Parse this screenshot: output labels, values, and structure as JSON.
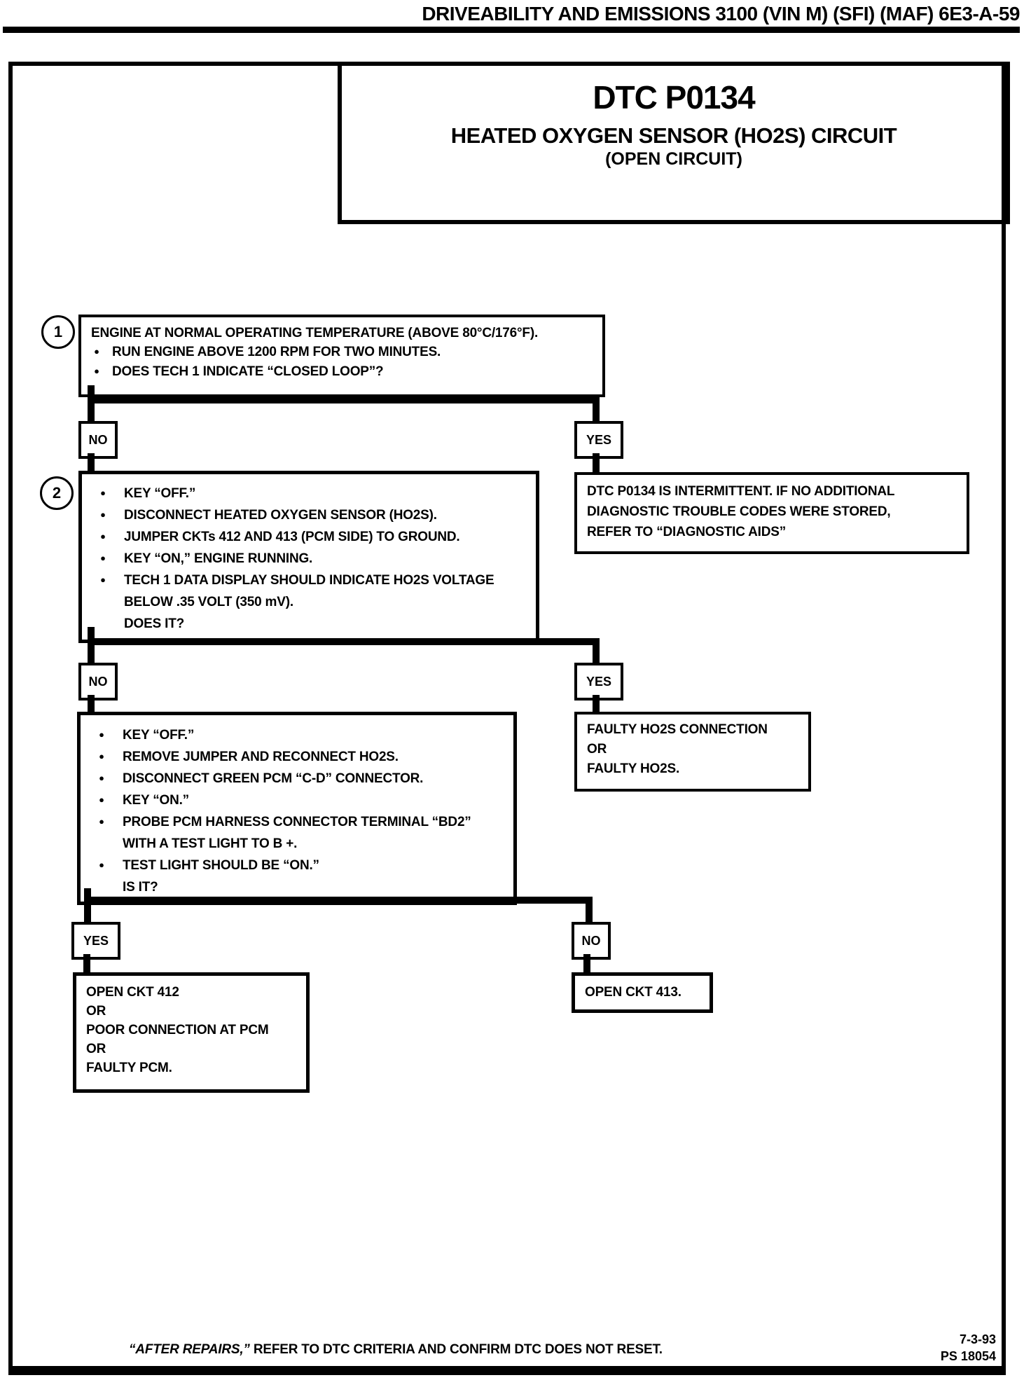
{
  "icons": {
    "bullet": "●"
  },
  "header": {
    "title": "DRIVEABILITY AND EMISSIONS 3100 (VIN M) (SFI) (MAF) 6E3-A-59"
  },
  "title_box": {
    "dtc": "DTC P0134",
    "name": "HEATED OXYGEN SENSOR (HO2S) CIRCUIT",
    "subname": "(OPEN CIRCUIT)"
  },
  "steps": {
    "step1": {
      "number": "1",
      "heading": "ENGINE AT NORMAL OPERATING TEMPERATURE (ABOVE 80°C/176°F).",
      "lines": [
        {
          "bullet": true,
          "text": "RUN ENGINE ABOVE 1200 RPM FOR TWO MINUTES."
        },
        {
          "bullet": true,
          "text": "DOES TECH 1 INDICATE “CLOSED LOOP”?"
        }
      ]
    },
    "step2": {
      "number": "2",
      "lines": [
        {
          "bullet": true,
          "text": "KEY “OFF.”"
        },
        {
          "bullet": true,
          "text": "DISCONNECT HEATED OXYGEN SENSOR (HO2S)."
        },
        {
          "bullet": true,
          "text": "JUMPER CKTs 412 AND 413 (PCM SIDE) TO GROUND."
        },
        {
          "bullet": true,
          "text": "KEY “ON,” ENGINE RUNNING."
        },
        {
          "bullet": true,
          "text": "TECH 1 DATA DISPLAY SHOULD INDICATE HO2S  VOLTAGE"
        },
        {
          "bullet": false,
          "text": "BELOW .35 VOLT (350 mV)."
        },
        {
          "bullet": false,
          "text": "DOES IT?"
        }
      ]
    },
    "step3": {
      "lines": [
        {
          "bullet": true,
          "text": "KEY “OFF.”"
        },
        {
          "bullet": true,
          "text": "REMOVE JUMPER AND RECONNECT HO2S."
        },
        {
          "bullet": true,
          "text": "DISCONNECT GREEN PCM “C-D” CONNECTOR."
        },
        {
          "bullet": true,
          "text": "KEY “ON.”"
        },
        {
          "bullet": true,
          "text": "PROBE PCM HARNESS CONNECTOR TERMINAL “BD2”"
        },
        {
          "bullet": false,
          "text": "WITH A TEST LIGHT TO B +."
        },
        {
          "bullet": true,
          "text": "TEST LIGHT SHOULD BE “ON.”"
        },
        {
          "bullet": false,
          "text": "IS IT?"
        }
      ]
    }
  },
  "decisions": {
    "d1": {
      "left": "NO",
      "right": "YES"
    },
    "d2": {
      "left": "NO",
      "right": "YES"
    },
    "d3": {
      "left": "YES",
      "right": "NO"
    }
  },
  "results": {
    "intermittent": {
      "line1": "DTC P0134 IS INTERMITTENT.  IF NO ADDITIONAL",
      "line2": "DIAGNOSTIC TROUBLE CODES WERE STORED,",
      "line3": "REFER TO “DIAGNOSTIC AIDS”"
    },
    "faulty_ho2s": {
      "line1": "FAULTY HO2S CONNECTION",
      "line2": "OR",
      "line3": "FAULTY HO2S."
    },
    "open_412": {
      "line1": "OPEN CKT 412",
      "line2": "OR",
      "line3": "POOR CONNECTION AT PCM",
      "line4": "OR",
      "line5": "FAULTY PCM."
    },
    "open_413": {
      "line1": "OPEN CKT 413."
    }
  },
  "footer": {
    "note_em": "“AFTER REPAIRS,”",
    "note_rest": " REFER TO DTC CRITERIA AND CONFIRM DTC DOES NOT RESET.",
    "date": "7-3-93",
    "code": "PS 18054"
  }
}
